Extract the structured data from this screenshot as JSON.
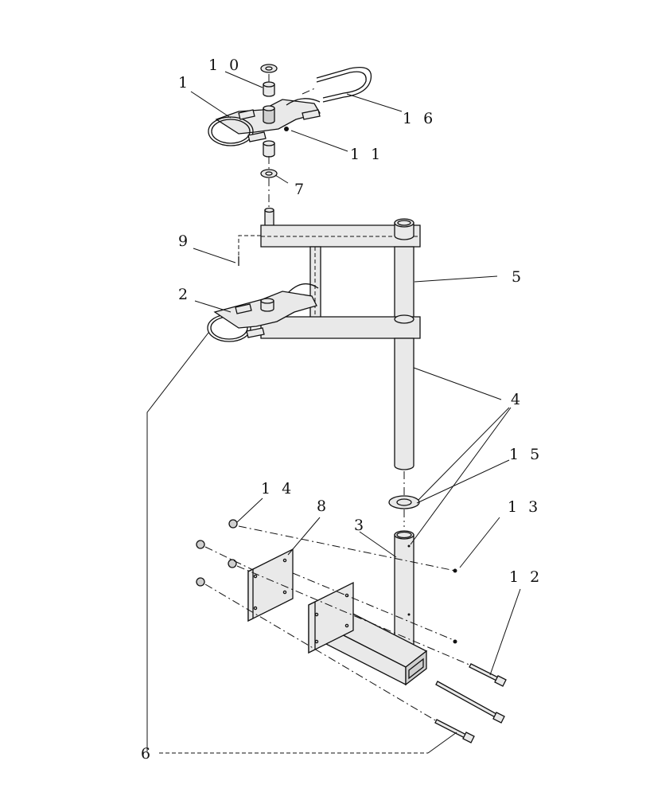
{
  "diagram": {
    "callouts": [
      {
        "id": "1",
        "text": "1"
      },
      {
        "id": "2",
        "text": "2"
      },
      {
        "id": "3",
        "text": "3"
      },
      {
        "id": "4",
        "text": "4"
      },
      {
        "id": "5",
        "text": "5"
      },
      {
        "id": "6",
        "text": "6"
      },
      {
        "id": "7",
        "text": "7"
      },
      {
        "id": "8",
        "text": "8"
      },
      {
        "id": "9",
        "text": "9"
      },
      {
        "id": "10",
        "text": "1 0"
      },
      {
        "id": "11",
        "text": "1 1"
      },
      {
        "id": "12",
        "text": "1 2"
      },
      {
        "id": "13",
        "text": "1 3"
      },
      {
        "id": "14",
        "text": "1 4"
      },
      {
        "id": "15",
        "text": "1 5"
      },
      {
        "id": "16",
        "text": "1 6"
      }
    ]
  }
}
